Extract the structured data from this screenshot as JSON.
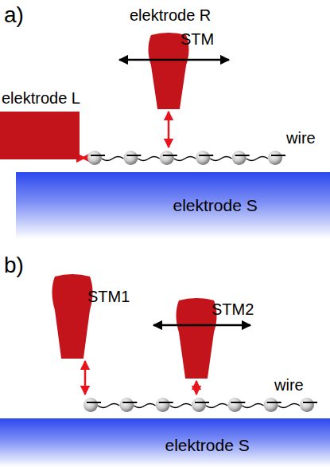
{
  "diagram": {
    "nodes": [
      {
        "text": [
          "elektrode L"
        ]
      },
      {
        "text": [
          "elektrode R",
          "STM"
        ]
      },
      {
        "text": [
          "wire"
        ]
      },
      {
        "text": [
          "elektrode S"
        ]
      },
      {
        "text": [
          "STM1"
        ]
      },
      {
        "text": [
          "STM2"
        ]
      },
      {
        "text": [
          "wire"
        ]
      },
      {
        "text": [
          "elektrode S"
        ]
      }
    ],
    "edges": [
      {
        "from": 0,
        "to": 2,
        "arrow": "both"
      },
      {
        "from": 1,
        "to": 2,
        "arrow": "both"
      },
      {
        "from": 4,
        "to": 6,
        "arrow": "both"
      },
      {
        "from": 5,
        "to": 6,
        "arrow": "both"
      }
    ],
    "labels": [
      "a)",
      "b)"
    ]
  }
}
